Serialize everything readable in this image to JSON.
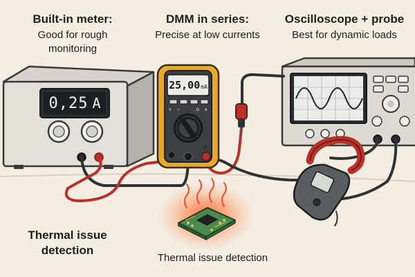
{
  "panels": {
    "builtin": {
      "title": "Built-in meter:",
      "subtitle_line1": "Good for rough",
      "subtitle_line2": "monitoring"
    },
    "dmm": {
      "title": "DMM in series:",
      "subtitle": "Precise at low currents"
    },
    "scope": {
      "title": "Oscilloscope + probe",
      "subtitle": "Best for dynamic loads"
    }
  },
  "supply_display": {
    "value": "0,25",
    "unit": "A"
  },
  "dmm_display": {
    "value": "25,00",
    "unit": "mA"
  },
  "dmm_jack_mark": "✓",
  "thermal_left": {
    "line1": "Thermal issue",
    "line2": "detection"
  },
  "thermal_bottom": "Thermal issue detection",
  "colors": {
    "background": "#f3ede2",
    "dmm_holster": "#e7a92c",
    "red_lead": "#b8322a",
    "heat_glow": "#ff5a2e",
    "pcb": "#4a8a4e"
  },
  "icons": [
    "power-supply",
    "multimeter",
    "oscilloscope",
    "clamp-probe",
    "circuit-board",
    "heat-waves"
  ]
}
